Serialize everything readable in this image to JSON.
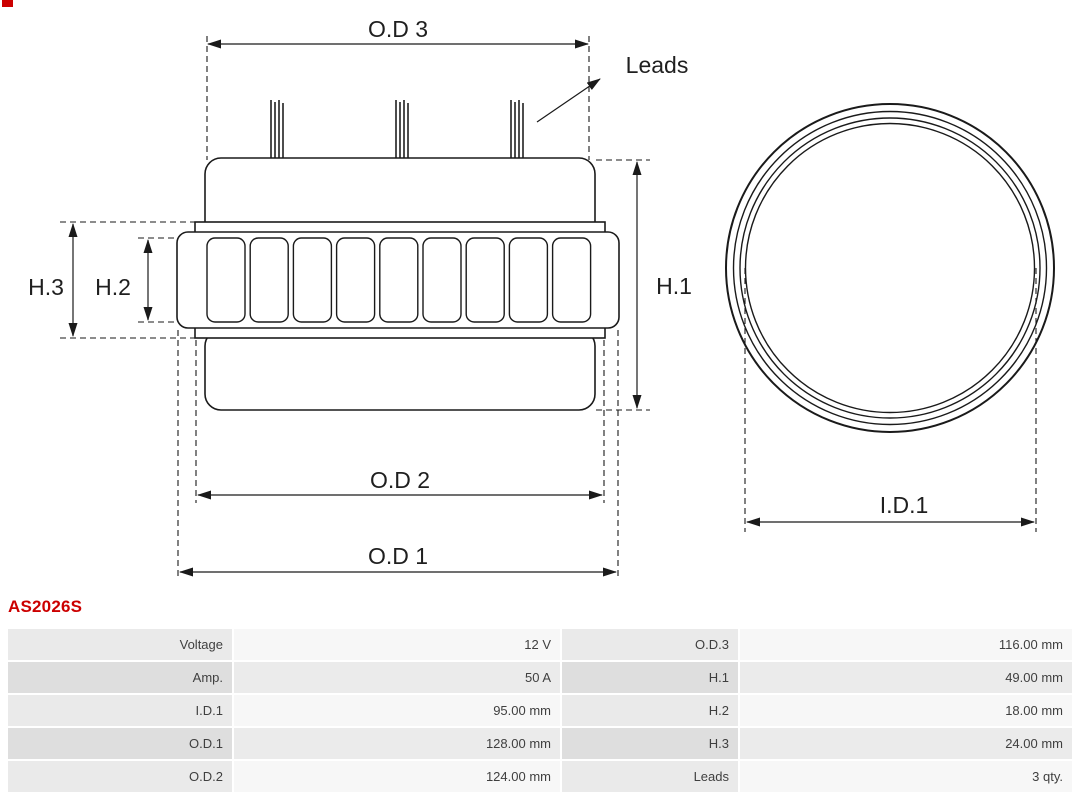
{
  "accent_color": "#cc0000",
  "part_number": "AS2026S",
  "diagram": {
    "labels": {
      "od3": "O.D 3",
      "od2": "O.D 2",
      "od1": "O.D 1",
      "h1": "H.1",
      "h2": "H.2",
      "h3": "H.3",
      "leads": "Leads",
      "id1": "I.D.1"
    }
  },
  "spec_table": {
    "rows": [
      {
        "label1": "Voltage",
        "value1": "12 V",
        "label2": "O.D.3",
        "value2": "116.00 mm"
      },
      {
        "label1": "Amp.",
        "value1": "50 A",
        "label2": "H.1",
        "value2": "49.00 mm"
      },
      {
        "label1": "I.D.1",
        "value1": "95.00 mm",
        "label2": "H.2",
        "value2": "18.00 mm"
      },
      {
        "label1": "O.D.1",
        "value1": "128.00 mm",
        "label2": "H.3",
        "value2": "24.00 mm"
      },
      {
        "label1": "O.D.2",
        "value1": "124.00 mm",
        "label2": "Leads",
        "value2": "3 qty."
      }
    ]
  }
}
